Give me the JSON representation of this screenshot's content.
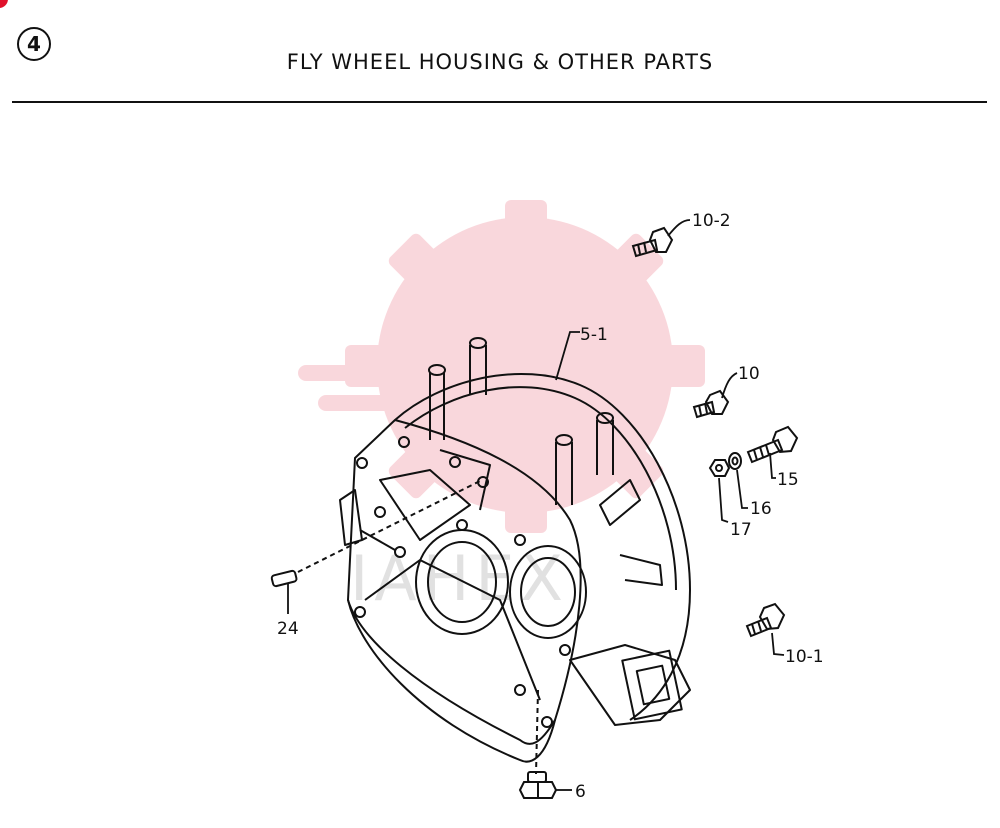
{
  "page": {
    "number": "4",
    "title": "FLY WHEEL HOUSING & OTHER PARTS",
    "watermark_text": "IAHEX",
    "watermark_color": "#e0112b"
  },
  "parts": [
    {
      "id": "p-10-2",
      "label": "10-2"
    },
    {
      "id": "p-5-1",
      "label": "5-1"
    },
    {
      "id": "p-10",
      "label": "10"
    },
    {
      "id": "p-15",
      "label": "15"
    },
    {
      "id": "p-16",
      "label": "16"
    },
    {
      "id": "p-17",
      "label": "17"
    },
    {
      "id": "p-24",
      "label": "24"
    },
    {
      "id": "p-10-1",
      "label": "10-1"
    },
    {
      "id": "p-6",
      "label": "6"
    }
  ]
}
